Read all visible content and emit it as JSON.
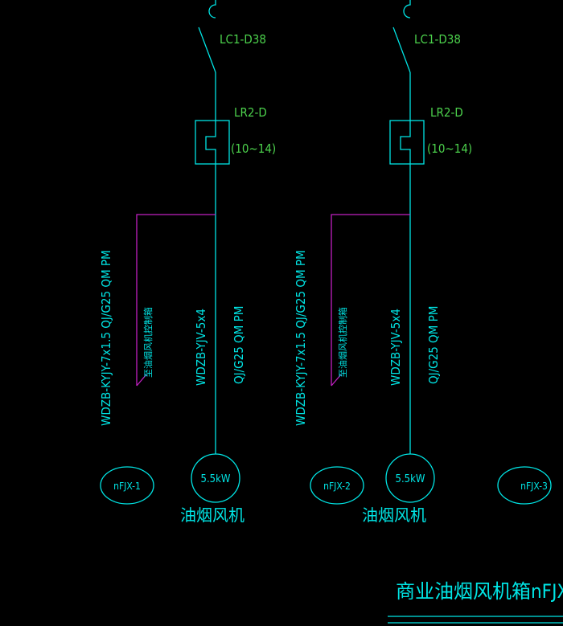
{
  "circuits": [
    {
      "breaker": "LC1-D38",
      "relay": "LR2-D",
      "relay_range": "(10~14)",
      "control_cable": "WDZB-KYJY-7x1.5  QJ/G25 QM PM",
      "control_note": "至油烟风机控制箱",
      "power_cable": "WDZB-YJV-5x4",
      "power_conduit": "QJ/G25 QM PM",
      "motor_rating": "5.5kW",
      "motor_name": "油烟风机",
      "tag": "nFJX-1"
    },
    {
      "breaker": "LC1-D38",
      "relay": "LR2-D",
      "relay_range": "(10~14)",
      "control_cable": "WDZB-KYJY-7x1.5  QJ/G25 QM PM",
      "control_note": "至油烟风机控制箱",
      "power_cable": "WDZB-YJV-5x4",
      "power_conduit": "QJ/G25 QM PM",
      "motor_rating": "5.5kW",
      "motor_name": "油烟风机",
      "tag": "nFJX-2"
    }
  ],
  "extra_tag": "nFJX-3",
  "title": "商业油烟风机箱nFJX",
  "colors": {
    "line": "#00e5e5",
    "label_green": "#4cd14c",
    "control_wire": "#c020c0",
    "background": "#000000"
  }
}
